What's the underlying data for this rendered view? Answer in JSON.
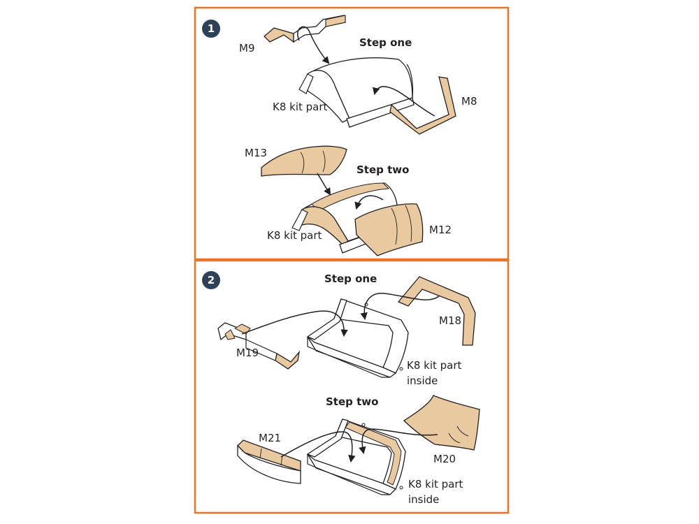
{
  "colors": {
    "frame": "#e8742a",
    "photoetch": "#e9c9a0",
    "outline": "#231f20",
    "badge": "#2d4257",
    "part": "#ffffff"
  },
  "panel1": {
    "number": "1",
    "step_one": "Step one",
    "step_two": "Step two",
    "labels": {
      "m9": "M9",
      "m8": "M8",
      "k8_a": "K8 kit part",
      "m13": "M13",
      "m12": "M12",
      "k8_b": "K8 kit part"
    }
  },
  "panel2": {
    "number": "2",
    "step_one": "Step one",
    "step_two": "Step two",
    "labels": {
      "m18": "M18",
      "m19": "M19",
      "k8_c_line1": "K8 kit part",
      "k8_c_line2": "inside",
      "m21": "M21",
      "m20": "M20",
      "k8_d_line1": "K8 kit part",
      "k8_d_line2": "inside"
    }
  }
}
